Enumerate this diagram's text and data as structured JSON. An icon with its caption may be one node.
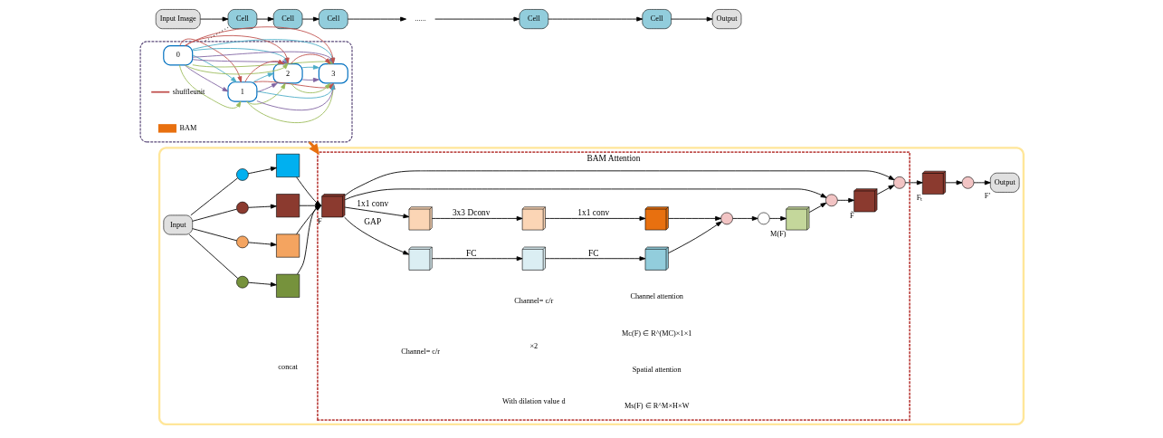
{
  "diagram": {
    "nodes": [
      {
        "text": [
          "Input Image"
        ]
      },
      {
        "text": [
          "Cell"
        ]
      },
      {
        "text": [
          "Cell"
        ]
      },
      {
        "text": [
          "Cell"
        ]
      },
      {
        "text": [
          "......"
        ]
      },
      {
        "text": [
          "Cell"
        ]
      },
      {
        "text": [
          "Cell"
        ]
      },
      {
        "text": [
          "Output"
        ]
      },
      {
        "text": [],
        "shape": "box"
      },
      {
        "text": [
          "0"
        ],
        "in": 8
      },
      {
        "text": [
          "1"
        ],
        "in": 8
      },
      {
        "text": [
          "2"
        ],
        "in": 8
      },
      {
        "text": [
          "3"
        ],
        "in": 8
      },
      {
        "text": [],
        "shape": "box"
      },
      {
        "text": [
          "Input"
        ],
        "in": 13
      },
      {
        "text": [],
        "shape": "circle",
        "in": 13
      },
      {
        "text": [],
        "shape": "circle",
        "in": 13
      },
      {
        "text": [],
        "shape": "circle",
        "in": 13
      },
      {
        "text": [],
        "shape": "circle",
        "in": 13
      },
      {
        "text": [],
        "shape": "box",
        "in": 13
      },
      {
        "text": [],
        "shape": "box",
        "in": 13
      },
      {
        "text": [],
        "shape": "box",
        "in": 13
      },
      {
        "text": [],
        "shape": "box",
        "in": 13
      },
      {
        "text": [
          "BAM Attention"
        ],
        "in": 13
      },
      {
        "text": [],
        "shape": "cube",
        "in": 23,
        "beside": [
          "F"
        ]
      },
      {
        "text": [],
        "shape": "cube",
        "in": 23
      },
      {
        "text": [],
        "shape": "cube",
        "in": 23
      },
      {
        "text": [],
        "shape": "cube",
        "in": 23
      },
      {
        "text": [],
        "shape": "cube",
        "in": 23
      },
      {
        "text": [],
        "shape": "cube",
        "in": 23
      },
      {
        "text": [],
        "shape": "cube",
        "in": 23
      },
      {
        "text": [],
        "shape": "circle",
        "in": 23
      },
      {
        "text": [],
        "shape": "circle",
        "in": 23
      },
      {
        "text": [],
        "shape": "cube",
        "in": 23,
        "beside": [
          "M(F)"
        ]
      },
      {
        "text": [],
        "shape": "circle",
        "in": 23
      },
      {
        "text": [],
        "shape": "cube",
        "in": 23,
        "beside": [
          "F̃"
        ]
      },
      {
        "text": [],
        "shape": "circle",
        "in": 23
      },
      {
        "text": [],
        "shape": "cube",
        "in": 13,
        "beside": [
          "Fₜ"
        ]
      },
      {
        "text": [],
        "shape": "circle",
        "in": 13
      },
      {
        "text": [
          "Output"
        ],
        "in": 13,
        "beside": [
          "F′"
        ]
      }
    ],
    "edges": [
      {
        "from": 0,
        "to": 1,
        "arrow": "to"
      },
      {
        "from": 1,
        "to": 2,
        "arrow": "to"
      },
      {
        "from": 2,
        "to": 3,
        "arrow": "to"
      },
      {
        "from": 3,
        "to": 4,
        "arrow": "to"
      },
      {
        "from": 4,
        "to": 5,
        "arrow": "to"
      },
      {
        "from": 5,
        "to": 6,
        "arrow": "to"
      },
      {
        "from": 6,
        "to": 7,
        "arrow": "to"
      },
      {
        "from": 1,
        "to": 8,
        "arrow": "none",
        "style": "dashed"
      },
      {
        "from": 9,
        "to": 10,
        "arrow": "to",
        "color": "#9bbb59"
      },
      {
        "from": 9,
        "to": 10,
        "arrow": "to",
        "color": "#8064a2"
      },
      {
        "from": 9,
        "to": 10,
        "arrow": "to",
        "color": "#4bacc6"
      },
      {
        "from": 9,
        "to": 10,
        "arrow": "to",
        "color": "#c0504d"
      },
      {
        "from": 9,
        "to": 11,
        "arrow": "to",
        "color": "#9bbb59"
      },
      {
        "from": 9,
        "to": 11,
        "arrow": "to",
        "color": "#8064a2"
      },
      {
        "from": 9,
        "to": 11,
        "arrow": "to",
        "color": "#4bacc6"
      },
      {
        "from": 9,
        "to": 11,
        "arrow": "to",
        "color": "#c0504d"
      },
      {
        "from": 10,
        "to": 11,
        "arrow": "to",
        "color": "#9bbb59"
      },
      {
        "from": 10,
        "to": 11,
        "arrow": "to",
        "color": "#8064a2"
      },
      {
        "from": 10,
        "to": 11,
        "arrow": "to",
        "color": "#4bacc6"
      },
      {
        "from": 10,
        "to": 11,
        "arrow": "to",
        "color": "#c0504d"
      },
      {
        "from": 10,
        "to": 12,
        "arrow": "to",
        "color": "#9bbb59"
      },
      {
        "from": 10,
        "to": 12,
        "arrow": "to",
        "color": "#8064a2"
      },
      {
        "from": 10,
        "to": 12,
        "arrow": "to",
        "color": "#4bacc6"
      },
      {
        "from": 10,
        "to": 12,
        "arrow": "to",
        "color": "#c0504d"
      },
      {
        "from": 11,
        "to": 12,
        "arrow": "to",
        "color": "#9bbb59"
      },
      {
        "from": 11,
        "to": 12,
        "arrow": "to",
        "color": "#8064a2"
      },
      {
        "from": 11,
        "to": 12,
        "arrow": "to",
        "color": "#4bacc6"
      },
      {
        "from": 11,
        "to": 12,
        "arrow": "to",
        "color": "#c0504d"
      },
      {
        "from": 9,
        "to": 12,
        "arrow": "to",
        "color": "#9bbb59"
      },
      {
        "from": 9,
        "to": 12,
        "arrow": "to",
        "color": "#8064a2"
      },
      {
        "from": 9,
        "to": 12,
        "arrow": "to",
        "color": "#4bacc6"
      },
      {
        "from": 9,
        "to": 12,
        "arrow": "to",
        "color": "#c0504d"
      },
      {
        "from": 8,
        "to": 23,
        "arrow": "to",
        "style": "thick",
        "color": "#e8700f"
      },
      {
        "from": 14,
        "to": 15,
        "arrow": "none"
      },
      {
        "from": 14,
        "to": 16,
        "arrow": "none"
      },
      {
        "from": 14,
        "to": 17,
        "arrow": "none"
      },
      {
        "from": 14,
        "to": 18,
        "arrow": "none"
      },
      {
        "from": 15,
        "to": 19,
        "arrow": "to"
      },
      {
        "from": 16,
        "to": 20,
        "arrow": "to"
      },
      {
        "from": 17,
        "to": 21,
        "arrow": "to"
      },
      {
        "from": 18,
        "to": 22,
        "arrow": "to"
      },
      {
        "from": 19,
        "to": 24,
        "arrow": "to"
      },
      {
        "from": 20,
        "to": 24,
        "arrow": "to"
      },
      {
        "from": 21,
        "to": 24,
        "arrow": "to"
      },
      {
        "from": 22,
        "to": 24,
        "arrow": "to"
      },
      {
        "from": 24,
        "to": 25,
        "arrow": "to",
        "label": "GAP"
      },
      {
        "from": 25,
        "to": 26,
        "arrow": "to",
        "label": "FC"
      },
      {
        "from": 26,
        "to": 27,
        "arrow": "to",
        "label": "FC"
      },
      {
        "from": 24,
        "to": 28,
        "arrow": "to",
        "label": "1x1 conv"
      },
      {
        "from": 28,
        "to": 29,
        "arrow": "to",
        "label": "3x3 Dconv"
      },
      {
        "from": 29,
        "to": 30,
        "arrow": "to",
        "label": "1x1 conv"
      },
      {
        "from": 27,
        "to": 31,
        "arrow": "to"
      },
      {
        "from": 30,
        "to": 31,
        "arrow": "to"
      },
      {
        "from": 31,
        "to": 32,
        "arrow": "to"
      },
      {
        "from": 32,
        "to": 33,
        "arrow": "to"
      },
      {
        "from": 33,
        "to": 34,
        "arrow": "to"
      },
      {
        "from": 24,
        "to": 34,
        "arrow": "to"
      },
      {
        "from": 34,
        "to": 35,
        "arrow": "to"
      },
      {
        "from": 35,
        "to": 36,
        "arrow": "to"
      },
      {
        "from": 24,
        "to": 36,
        "arrow": "to"
      },
      {
        "from": 36,
        "to": 37,
        "arrow": "to"
      },
      {
        "from": 37,
        "to": 38,
        "arrow": "to"
      },
      {
        "from": 38,
        "to": 39,
        "arrow": "to"
      }
    ],
    "labels": [
      "Channel= c/r",
      "Channel attention",
      "Mc(F) ∈ R^(MC)×1×1",
      "×2",
      "With dilation value d",
      "Spatial attention",
      "Ms(F) ∈ R^M×H×W",
      "Channel= c/r",
      "concat"
    ],
    "legend": [
      {
        "text": "shuffleunit"
      },
      {
        "text": "BAM",
        "color": "#e8700f"
      }
    ]
  }
}
